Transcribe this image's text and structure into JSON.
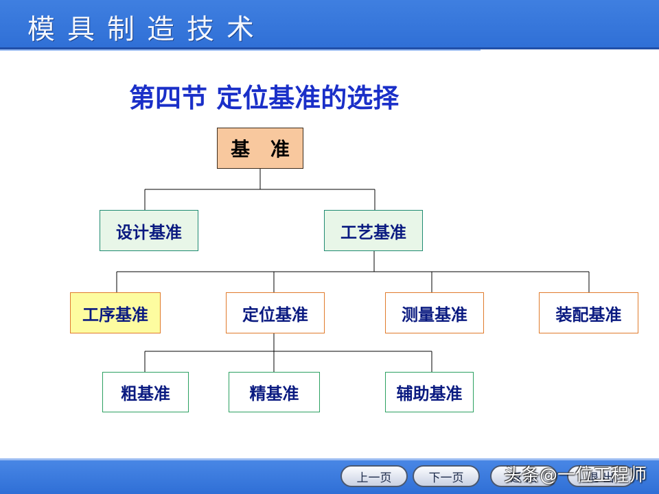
{
  "header": {
    "title": "模具制造技术"
  },
  "section": {
    "title": "第四节  定位基准的选择"
  },
  "diagram": {
    "root": "基 准",
    "level1": [
      "设计基准",
      "工艺基准"
    ],
    "level2": [
      "工序基准",
      "定位基准",
      "测量基准",
      "装配基准"
    ],
    "level3": [
      "粗基准",
      "精基准",
      "辅助基准"
    ],
    "colors": {
      "root_fill": "#f8c89e",
      "level1_fill": "#e8f6e8",
      "highlight_fill": "#fdfca0",
      "text": "#0a1a80"
    }
  },
  "footer": {
    "buttons": [
      "上一页",
      "下一页",
      "返 回",
      "退 出"
    ],
    "watermark": "头条@一位工程师"
  }
}
